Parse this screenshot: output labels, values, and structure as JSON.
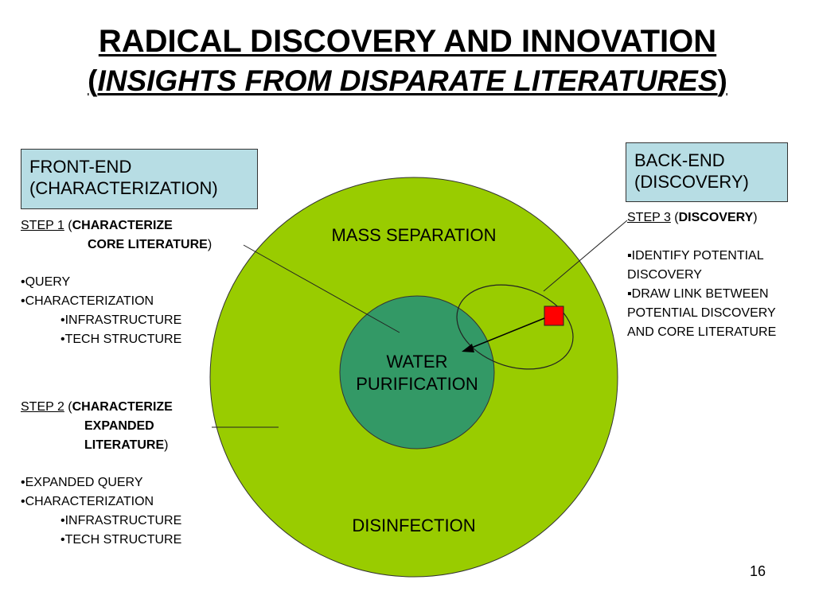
{
  "title": {
    "line1": "RADICAL DISCOVERY AND INNOVATION",
    "line2_open": "(",
    "line2_italic": "INSIGHTS FROM DISPARATE LITERATURES",
    "line2_close": ")"
  },
  "front_end": {
    "line1": "FRONT-END",
    "line2": "(CHARACTERIZATION)"
  },
  "back_end": {
    "line1": "BACK-END",
    "line2": "(DISCOVERY)"
  },
  "step1": {
    "label": "STEP 1",
    "open": " (",
    "bold_line1": "CHARACTERIZE",
    "bold_line2": "CORE LITERATURE",
    "close": ")",
    "items": [
      "•QUERY",
      "•CHARACTERIZATION"
    ],
    "sub_items": [
      "•INFRASTRUCTURE",
      "•TECH STRUCTURE"
    ]
  },
  "step2": {
    "label": "STEP 2",
    "open": " (",
    "bold_line1": "CHARACTERIZE",
    "bold_line2": "EXPANDED",
    "bold_line3": "LITERATURE",
    "close": ")",
    "items": [
      "•EXPANDED QUERY",
      "•CHARACTERIZATION"
    ],
    "sub_items": [
      "•INFRASTRUCTURE",
      "•TECH STRUCTURE"
    ]
  },
  "step3": {
    "label": "STEP 3",
    "open": " (",
    "bold": "DISCOVERY",
    "close": ")",
    "lines": [
      "▪IDENTIFY POTENTIAL",
      "DISCOVERY",
      "▪DRAW LINK BETWEEN",
      "POTENTIAL DISCOVERY",
      "AND CORE LITERATURE"
    ]
  },
  "circle_labels": {
    "outer_top": "MASS SEPARATION",
    "inner_line1": "WATER",
    "inner_line2": "PURIFICATION",
    "outer_bottom": "DISINFECTION"
  },
  "colors": {
    "outer_circle": "#99cc00",
    "inner_circle": "#339966",
    "box_fill": "#b7dde4",
    "discovery_square": "#ff0000"
  },
  "page_number": "16"
}
